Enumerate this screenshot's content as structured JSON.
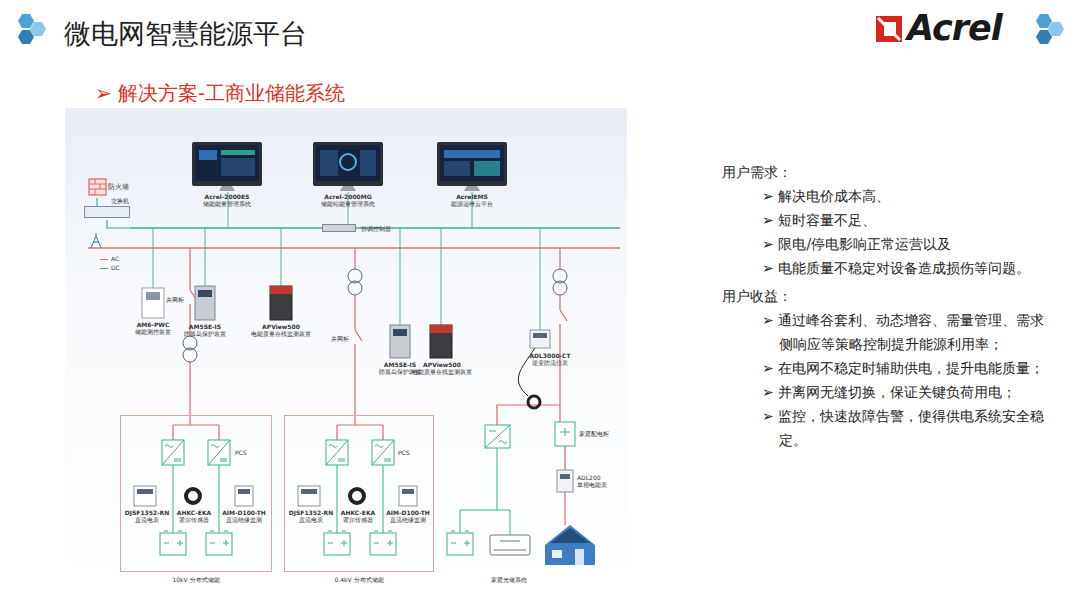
{
  "diagram": {
    "title": "微电网智慧能源平台",
    "nodes": [
      {
        "text": [
          "Acrel-2000ES",
          "储能能量管理系统"
        ]
      },
      {
        "text": [
          "Acrel-2000MG",
          "储能站能量管理系统"
        ]
      },
      {
        "text": [
          "AcrelEMS",
          "能源运维云平台"
        ]
      },
      {
        "text": [
          "防火墙"
        ]
      },
      {
        "text": [
          "交换机"
        ]
      },
      {
        "text": [
          "协调控制器"
        ]
      },
      {
        "text": [
          "AM6-PWC",
          "储能测控装置"
        ]
      },
      {
        "text": [
          "AM5SE-IS",
          "防孤岛保护装置"
        ]
      },
      {
        "text": [
          "APView500",
          "电能质量在线监测装置"
        ]
      },
      {
        "text": [
          "AM5SE-IS",
          "防孤岛保护装置"
        ]
      },
      {
        "text": [
          "APView500",
          "电能质量在线监测装置"
        ]
      },
      {
        "text": [
          "ADL3000-CT",
          "逆变防流仪表"
        ]
      },
      {
        "text": [
          "10kV 分布式储能"
        ]
      },
      {
        "text": [
          "DJSF1352-RN",
          "直流电表"
        ],
        "in": 12
      },
      {
        "text": [
          "AHKC-EKA",
          "霍尔传感器"
        ],
        "in": 12
      },
      {
        "text": [
          "AIM-D100-TH",
          "直流绝缘监测"
        ],
        "in": 12
      },
      {
        "text": [
          "0.4kV 分布式储能"
        ]
      },
      {
        "text": [
          "DJSF1352-RN",
          "直流电表"
        ],
        "in": 16
      },
      {
        "text": [
          "AHKC-EKA",
          "霍尔传感器"
        ],
        "in": 16
      },
      {
        "text": [
          "AIM-D100-TH",
          "直流绝缘监测"
        ],
        "in": 16
      },
      {
        "text": [
          "家庭配电柜"
        ]
      },
      {
        "text": [
          "ADL200",
          "单相电能表"
        ]
      }
    ],
    "edges": [
      {
        "from": 3,
        "to": 4,
        "arrow": "none"
      }
    ],
    "labels": [
      "➢ 解决方案-工商业储能系统",
      "Acrel",
      "并网柜",
      "并网柜",
      "PCS",
      "PCS",
      "家庭光储系统",
      "用户需求：",
      "➢ 解决电价成本高、",
      "➢ 短时容量不足、",
      "➢ 限电/停电影响正常运营以及",
      "➢ 电能质量不稳定对设备造成损伤等问题。",
      "用户收益：",
      "➢ 通过峰谷套利、动态增容、需量管理、需求侧响应等策略控制提升能源利用率；",
      "➢ 在电网不稳定时辅助供电，提升电能质量；",
      "➢ 并离网无缝切换，保证关键负荷用电；",
      "➢ 监控，快速故障告警，使得供电系统安全稳定。"
    ],
    "legend": [
      {
        "text": "AC"
      },
      {
        "text": "DC"
      }
    ]
  }
}
